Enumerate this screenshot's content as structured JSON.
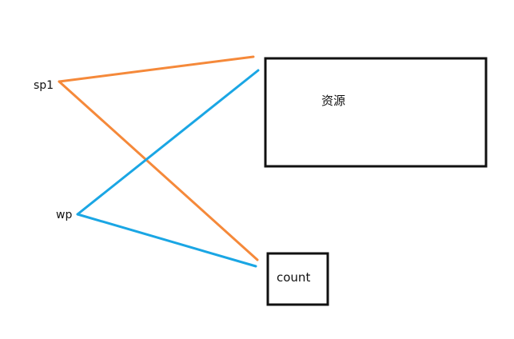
{
  "nodes": {
    "sp1": "sp1",
    "wp": "wp"
  },
  "boxes": {
    "resource": "资源",
    "count": "count"
  },
  "colors": {
    "sp1_line": "#f5893a",
    "wp_line": "#1aa6e4",
    "box_border": "#111111",
    "text": "#111111",
    "background": "#ffffff"
  }
}
